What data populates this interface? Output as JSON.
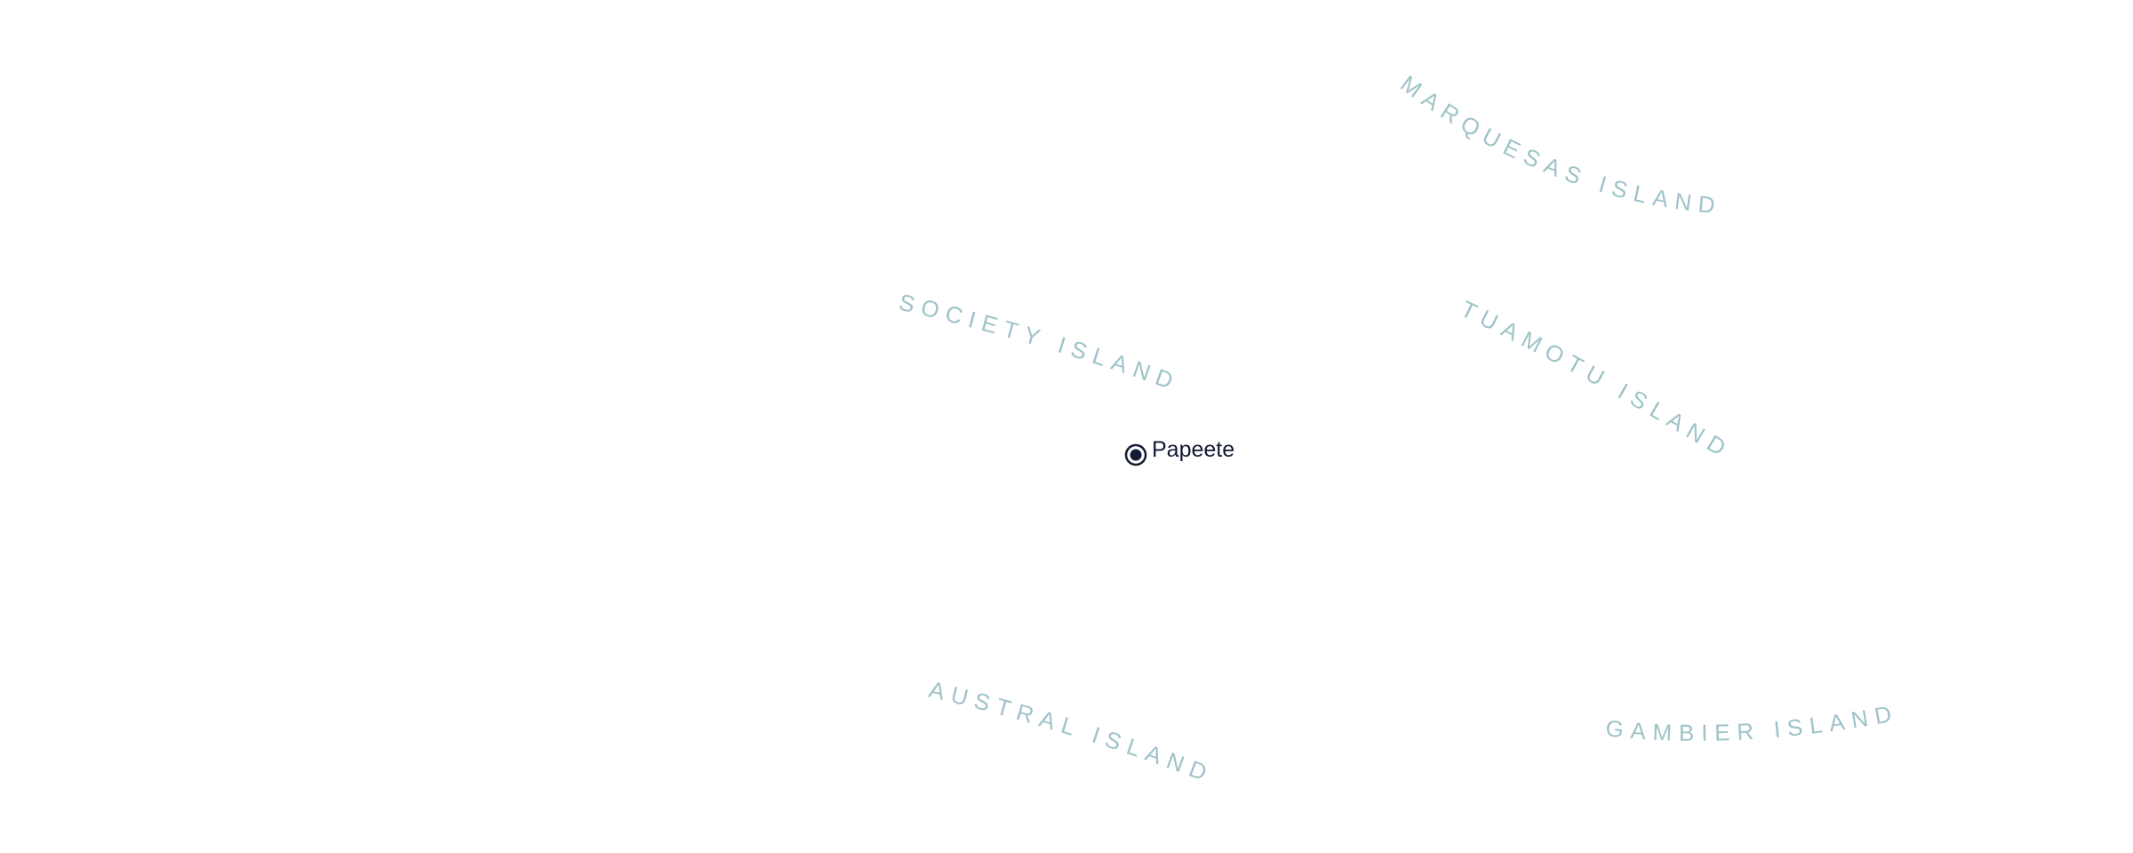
{
  "map": {
    "colors": {
      "background": "#ffffff",
      "region_label": "#9ec3c8",
      "city_label": "#141a33",
      "capital_marker": "#141a33"
    },
    "regions": [
      {
        "id": "marquesas",
        "label": "MARQUESAS ISLANDS"
      },
      {
        "id": "society",
        "label": "SOCIETY ISLANDS"
      },
      {
        "id": "tuamotu",
        "label": "TUAMOTU ISLANDS"
      },
      {
        "id": "austral",
        "label": "AUSTRAL ISLANDS"
      },
      {
        "id": "gambier",
        "label": "GAMBIER ISLANDS"
      }
    ],
    "capital": {
      "name": "Papeete",
      "marker_icon": "capital-marker-icon"
    }
  }
}
